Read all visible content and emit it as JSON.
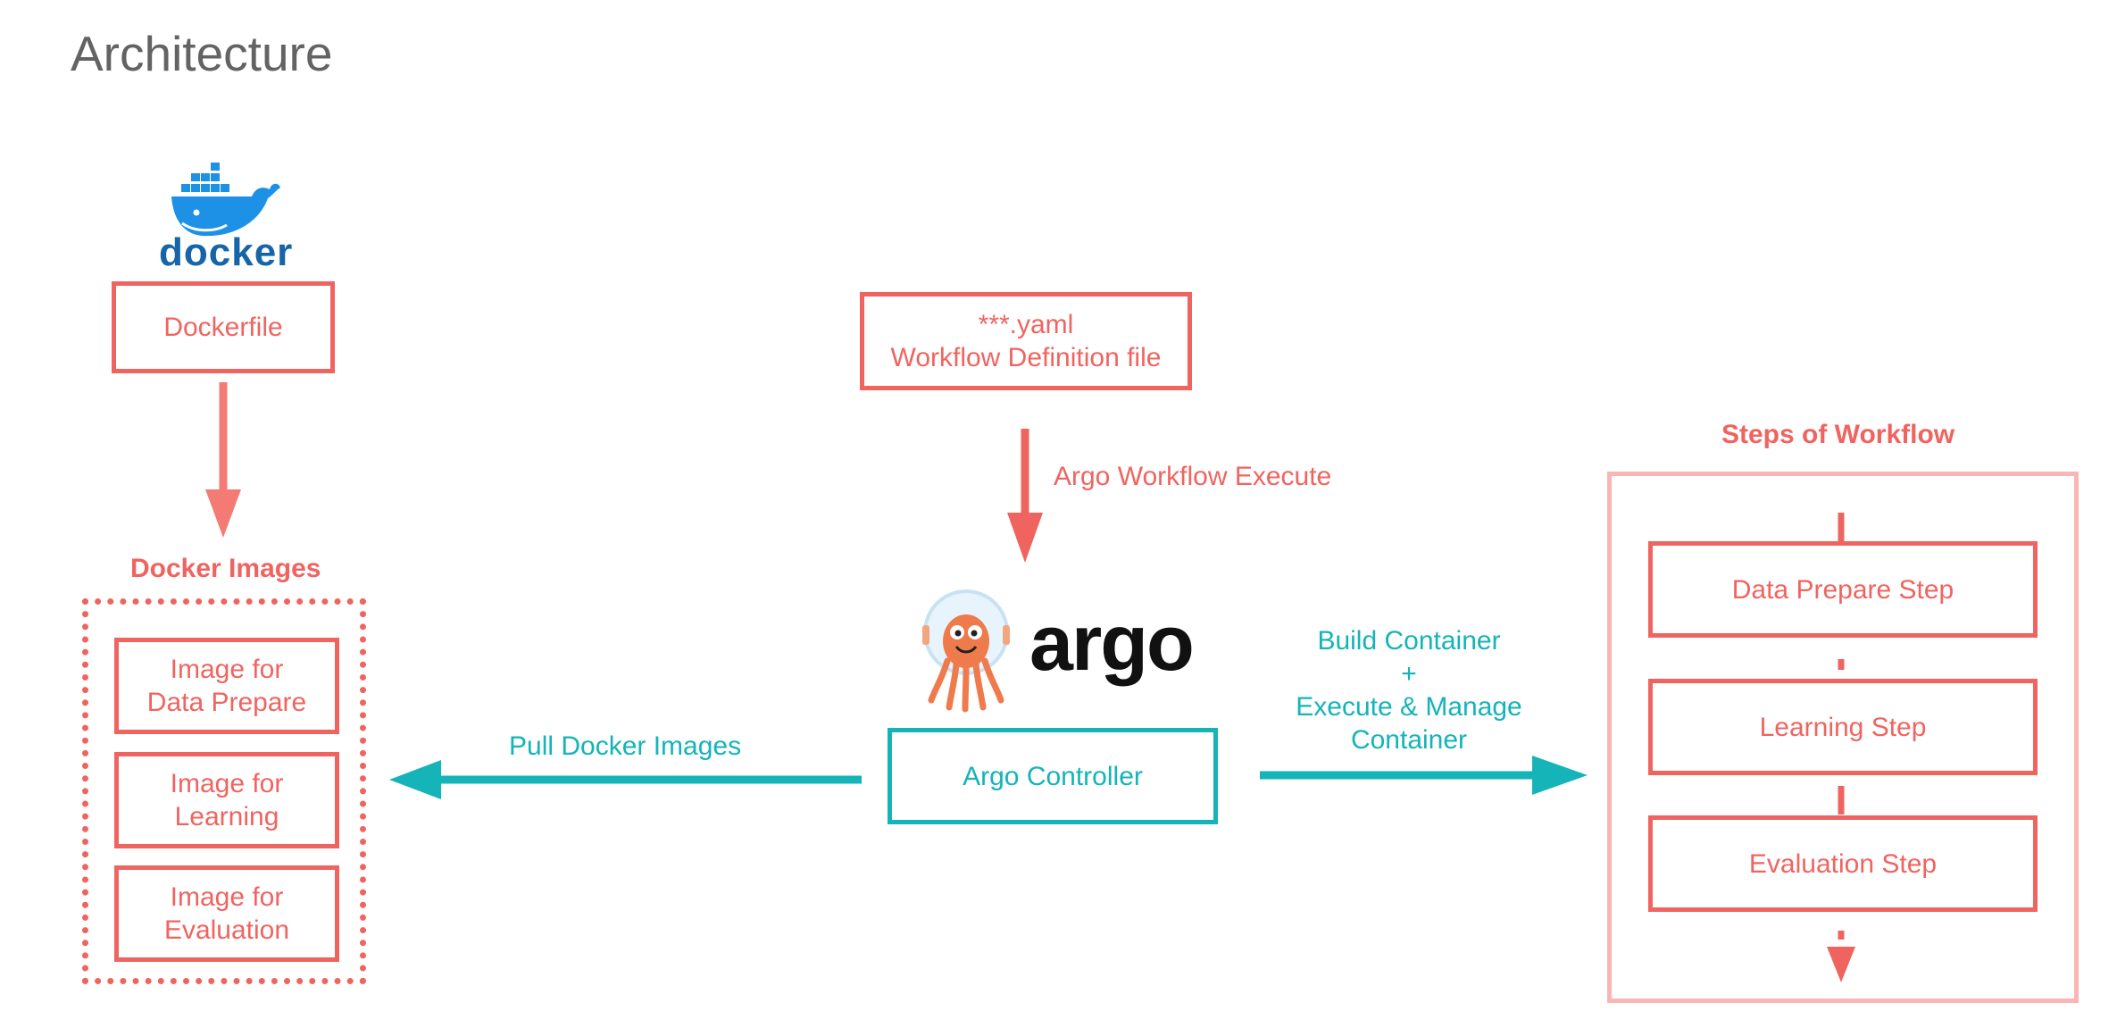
{
  "title": "Architecture",
  "docker": {
    "logo_text": "docker",
    "dockerfile_label": "Dockerfile",
    "images_heading": "Docker Images",
    "images": [
      {
        "line1": "Image for",
        "line2": "Data Prepare"
      },
      {
        "line1": "Image for",
        "line2": "Learning"
      },
      {
        "line1": "Image for",
        "line2": "Evaluation"
      }
    ]
  },
  "yaml": {
    "line1": "***.yaml",
    "line2": "Workflow Definition file"
  },
  "arrows": {
    "execute_label": "Argo Workflow Execute",
    "pull_label": "Pull Docker Images",
    "build_line1": "Build Container",
    "build_line2": "+",
    "build_line3": "Execute & Manage",
    "build_line4": "Container"
  },
  "argo": {
    "logo_text": "argo",
    "controller_label": "Argo Controller"
  },
  "steps": {
    "heading": "Steps of Workflow",
    "items": [
      "Data Prepare Step",
      "Learning Step",
      "Evaluation Step"
    ]
  },
  "colors": {
    "accent_red": "#f06460",
    "accent_teal": "#14b4b8",
    "light_red": "#f8b6b4",
    "title_gray": "#636363",
    "docker_blue": "#1d91e6"
  },
  "icons": [
    "docker-whale-icon",
    "argo-octopus-icon"
  ]
}
